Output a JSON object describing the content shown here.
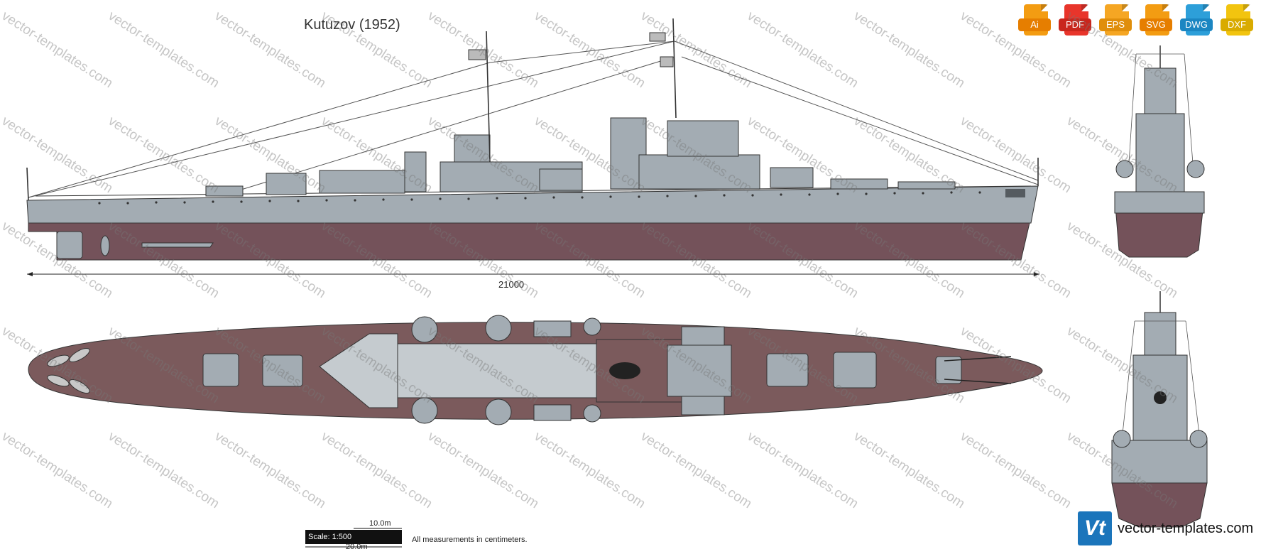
{
  "title": "Kutuzov (1952)",
  "length_label": "21000",
  "formats": [
    {
      "label": "Ai",
      "color": "#f39c12"
    },
    {
      "label": "PDF",
      "color": "#e8352b"
    },
    {
      "label": "EPS",
      "color": "#f5a623"
    },
    {
      "label": "SVG",
      "color": "#f39c12"
    },
    {
      "label": "DWG",
      "color": "#2d9fd9"
    },
    {
      "label": "DXF",
      "color": "#f2c40f"
    }
  ],
  "scale": {
    "label": "Scale: 1:500",
    "tick_10": "10.0m",
    "tick_20": "20.0m",
    "note": "All measurements in centimeters."
  },
  "brand": {
    "logo": "Vt",
    "name": "vector-templates.com"
  },
  "watermark": "vector-templates.com",
  "colors": {
    "hull_gray": "#a3acb3",
    "hull_bottom": "#74525a",
    "deck": "#7b5a5c",
    "detail_dark": "#555b60"
  }
}
